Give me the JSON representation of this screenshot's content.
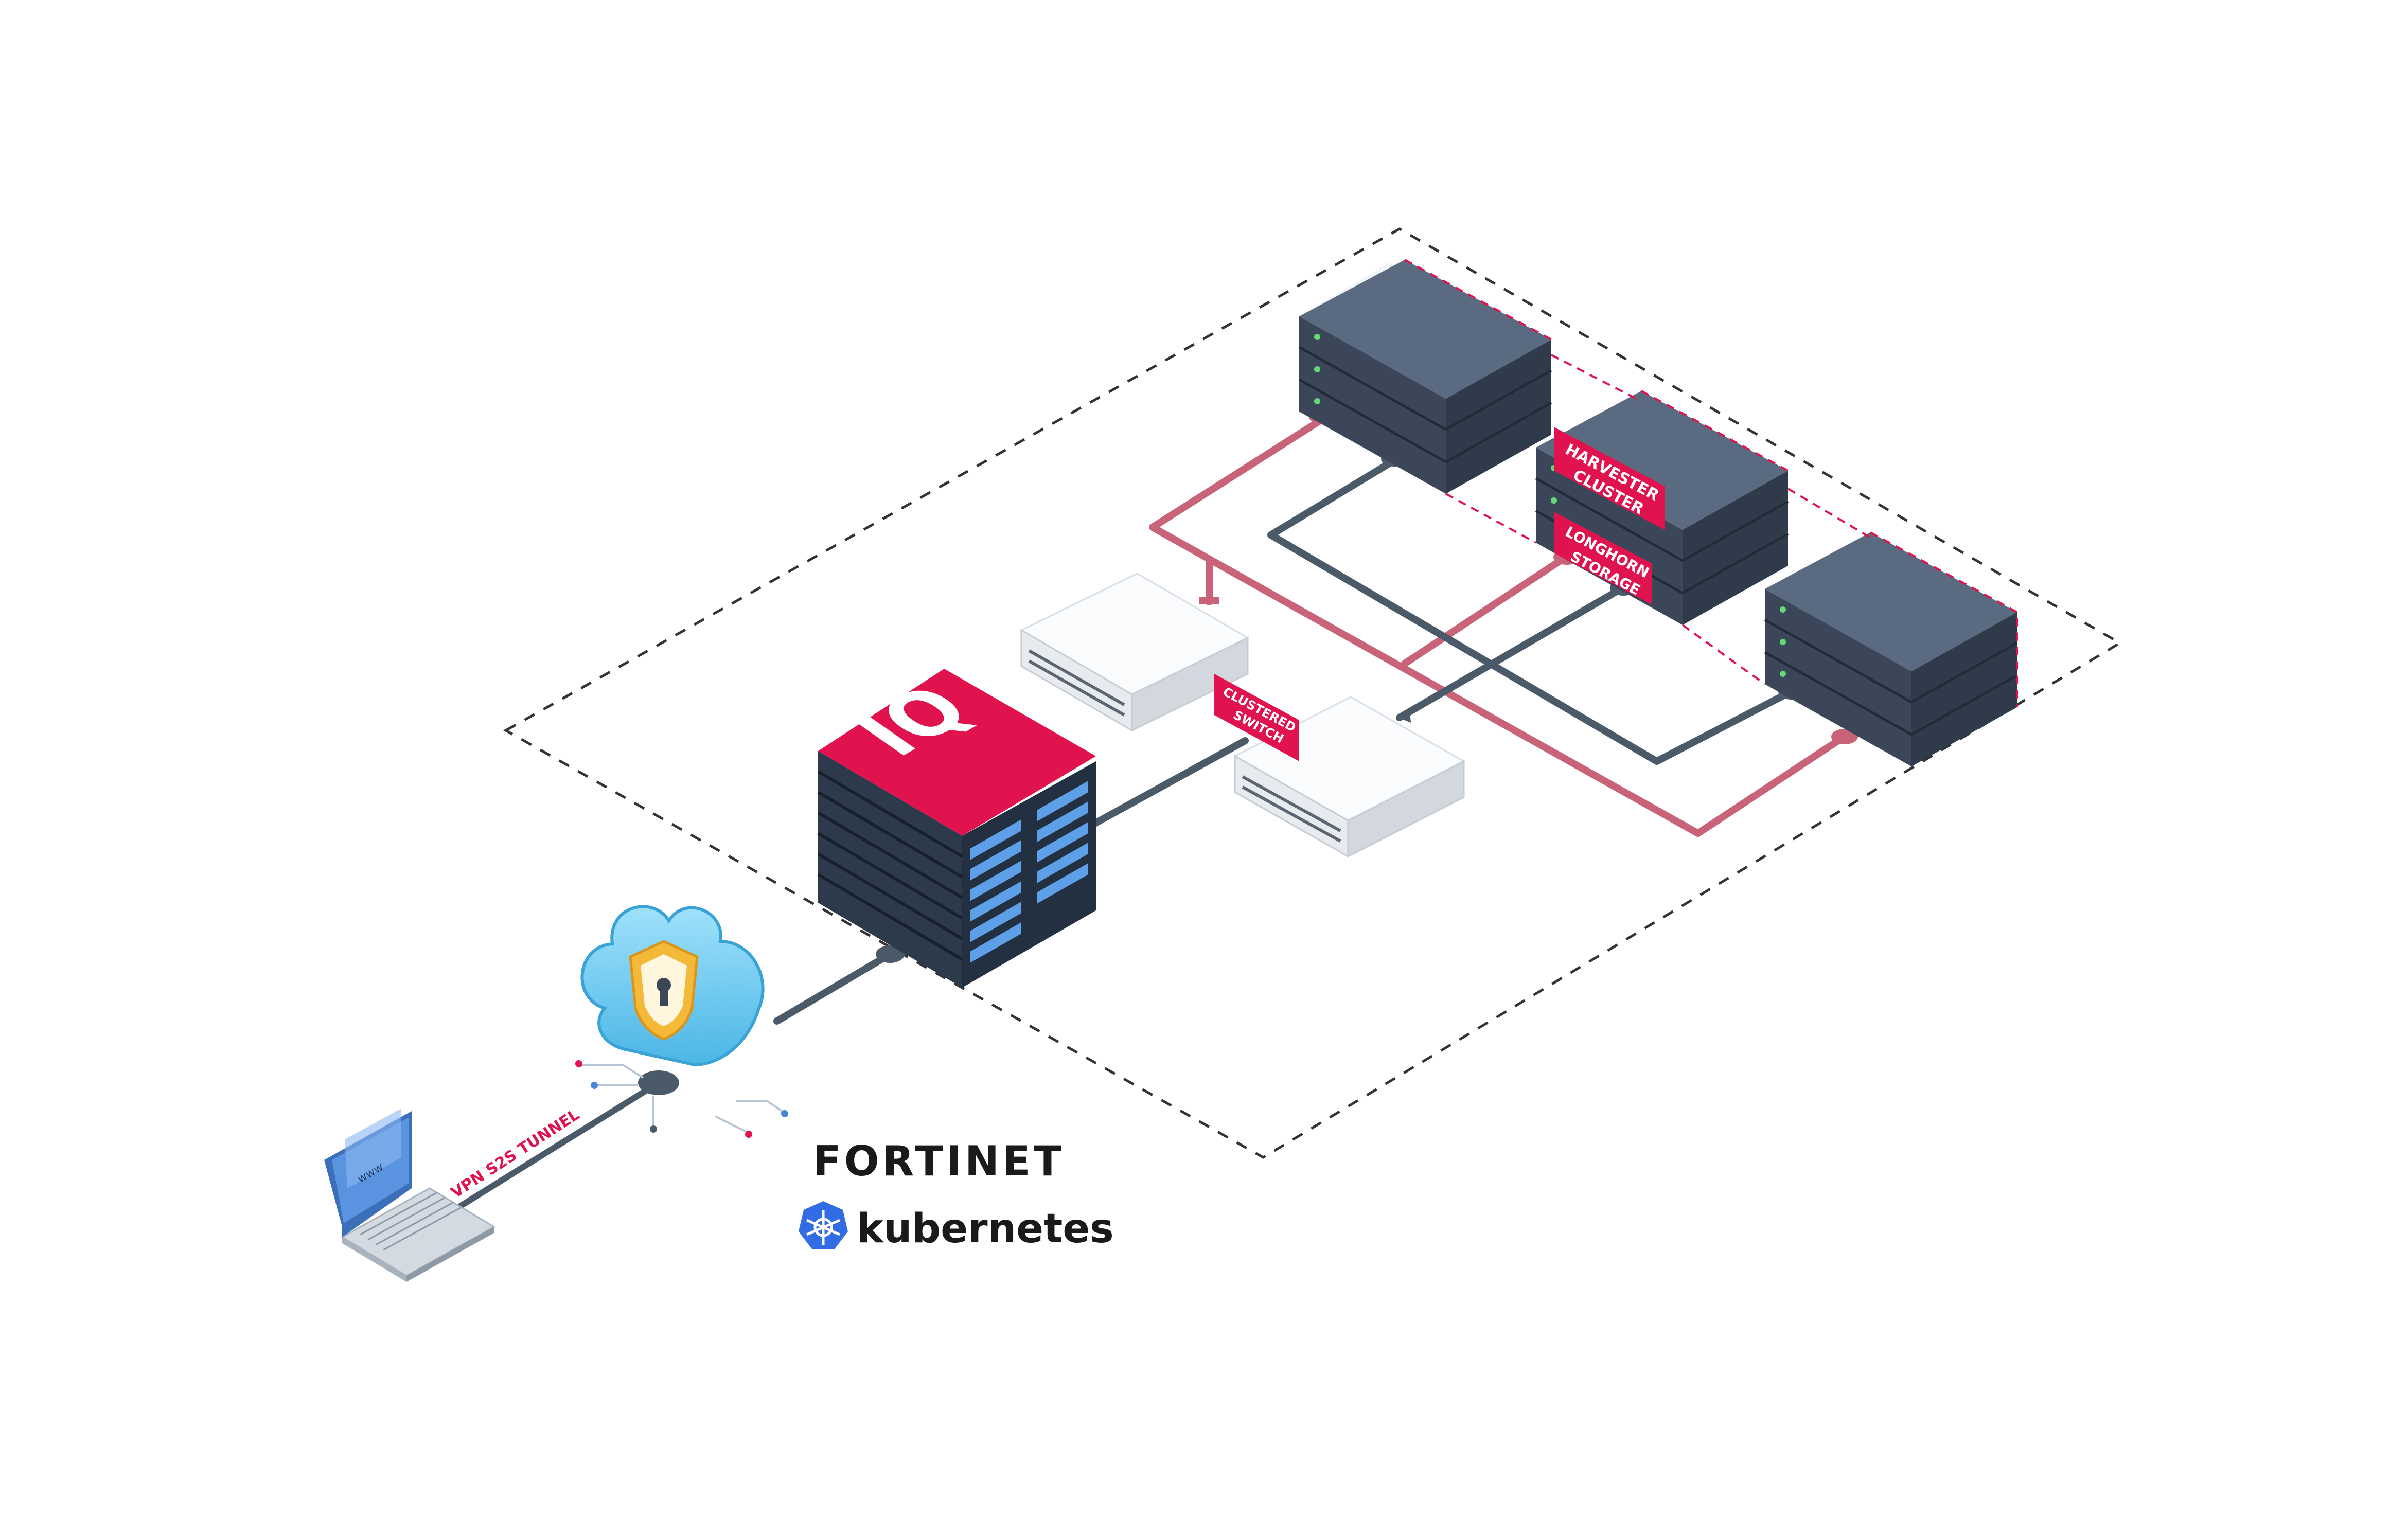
{
  "colors": {
    "accent": "#e0134f",
    "cable_dark": "#4b5a69",
    "cable_red": "#c8637a",
    "server_dark": "#4f5e73",
    "switch_light": "#f2f4f6",
    "cloud_blue": "#6cc8ec",
    "shield_gold": "#f5b93a",
    "laptop_blue": "#4a86d8",
    "kubernetes_blue": "#326ce5"
  },
  "labels": {
    "harvester": [
      "HARVESTER",
      "CLUSTER"
    ],
    "longhorn": [
      "LONGHORN",
      "STORAGE"
    ],
    "switch": [
      "CLUSTERED",
      "SWITCH"
    ],
    "vpn": "VPN S2S TUNNEL",
    "iq": "IQ",
    "www": "www"
  },
  "logos": {
    "fortinet": "FORTINET",
    "kubernetes": "kubernetes"
  },
  "icons": {
    "cloud": "cloud-shield-icon",
    "laptop": "laptop-icon",
    "server": "server-rack-icon",
    "switch": "network-switch-icon",
    "kubernetes": "kubernetes-helm-icon",
    "fortinet": "fortinet-logo"
  }
}
